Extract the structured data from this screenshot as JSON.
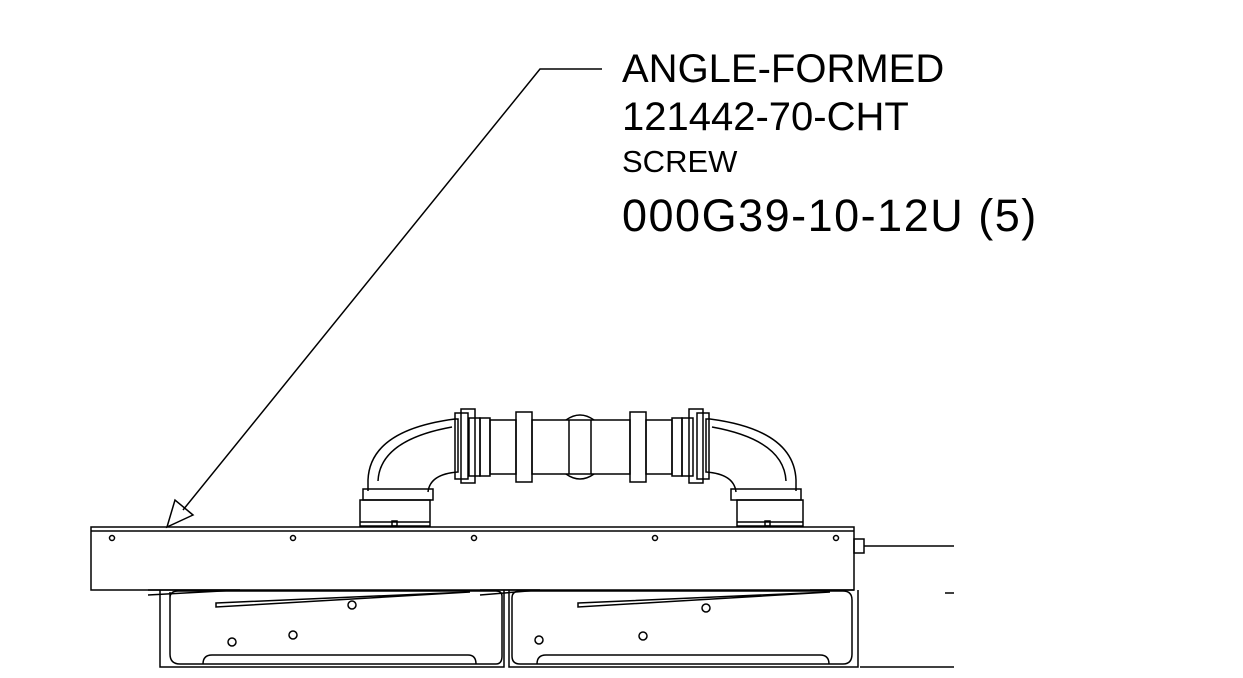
{
  "callout": {
    "part_name": "ANGLE-FORMED",
    "part_number": "121442-70-CHT",
    "fastener_name": "SCREW",
    "fastener_number": "000G39-10-12U (5)"
  },
  "colors": {
    "line": "#000000",
    "background": "#ffffff"
  }
}
